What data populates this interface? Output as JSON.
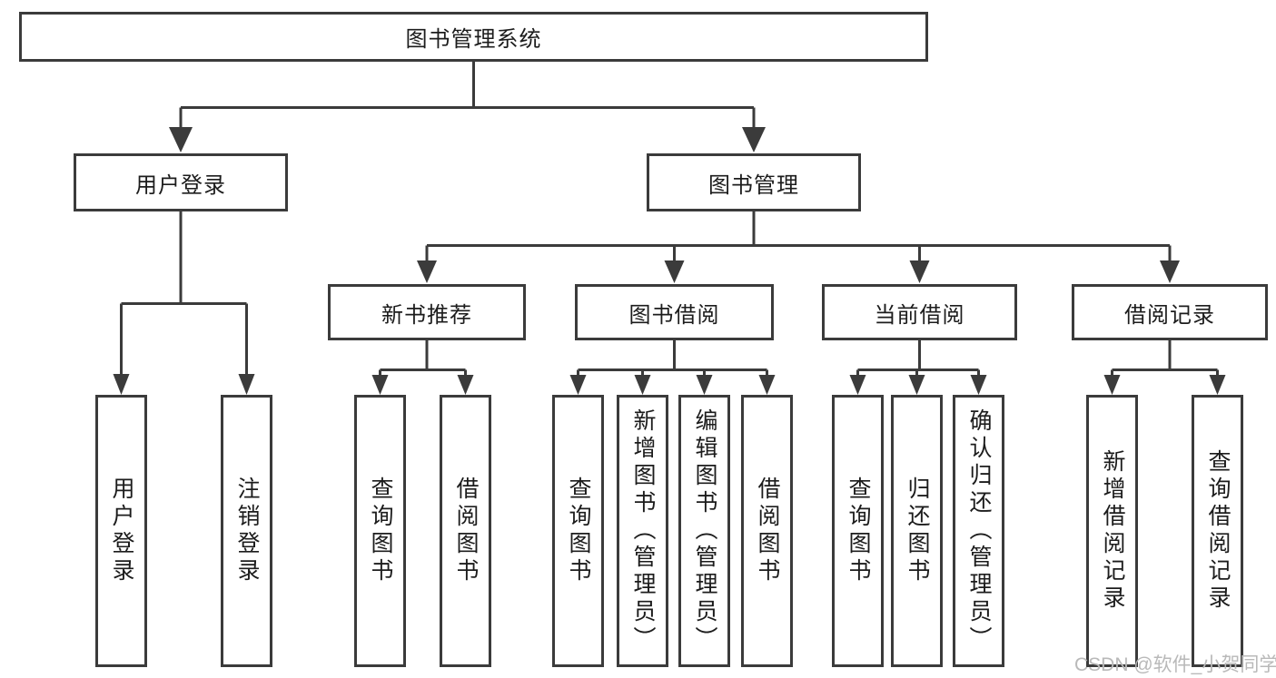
{
  "diagram": {
    "title": "图书管理系统",
    "root": {
      "label": "图书管理系统"
    },
    "level2": [
      {
        "label": "用户登录"
      },
      {
        "label": "图书管理"
      }
    ],
    "level3": [
      {
        "label": "新书推荐"
      },
      {
        "label": "图书借阅"
      },
      {
        "label": "当前借阅"
      },
      {
        "label": "借阅记录"
      }
    ],
    "leaves": [
      {
        "label": "用户登录"
      },
      {
        "label": "注销登录"
      },
      {
        "label": "查询图书"
      },
      {
        "label": "借阅图书"
      },
      {
        "label": "查询图书"
      },
      {
        "label": "新增图书（管理员）"
      },
      {
        "label": "编辑图书（管理员）"
      },
      {
        "label": "借阅图书"
      },
      {
        "label": "查询图书"
      },
      {
        "label": "归还图书"
      },
      {
        "label": "确认归还（管理员）"
      },
      {
        "label": "新增借阅记录"
      },
      {
        "label": "查询借阅记录"
      }
    ],
    "edges": [
      {
        "from": "图书管理系统",
        "to": [
          "用户登录",
          "图书管理"
        ]
      },
      {
        "from": "用户登录",
        "to": [
          "用户登录",
          "注销登录"
        ]
      },
      {
        "from": "图书管理",
        "to": [
          "新书推荐",
          "图书借阅",
          "当前借阅",
          "借阅记录"
        ]
      },
      {
        "from": "新书推荐",
        "to": [
          "查询图书",
          "借阅图书"
        ]
      },
      {
        "from": "图书借阅",
        "to": [
          "查询图书",
          "新增图书（管理员）",
          "编辑图书（管理员）",
          "借阅图书"
        ]
      },
      {
        "from": "当前借阅",
        "to": [
          "查询图书",
          "归还图书",
          "确认归还（管理员）"
        ]
      },
      {
        "from": "借阅记录",
        "to": [
          "新增借阅记录",
          "查询借阅记录"
        ]
      }
    ],
    "watermark": "CSDN @软件_小贺同学",
    "colors": {
      "line": "#3b3b3b",
      "text": "#1c1c1c",
      "watermark": "#b9b9b9",
      "background": "#ffffff"
    }
  }
}
